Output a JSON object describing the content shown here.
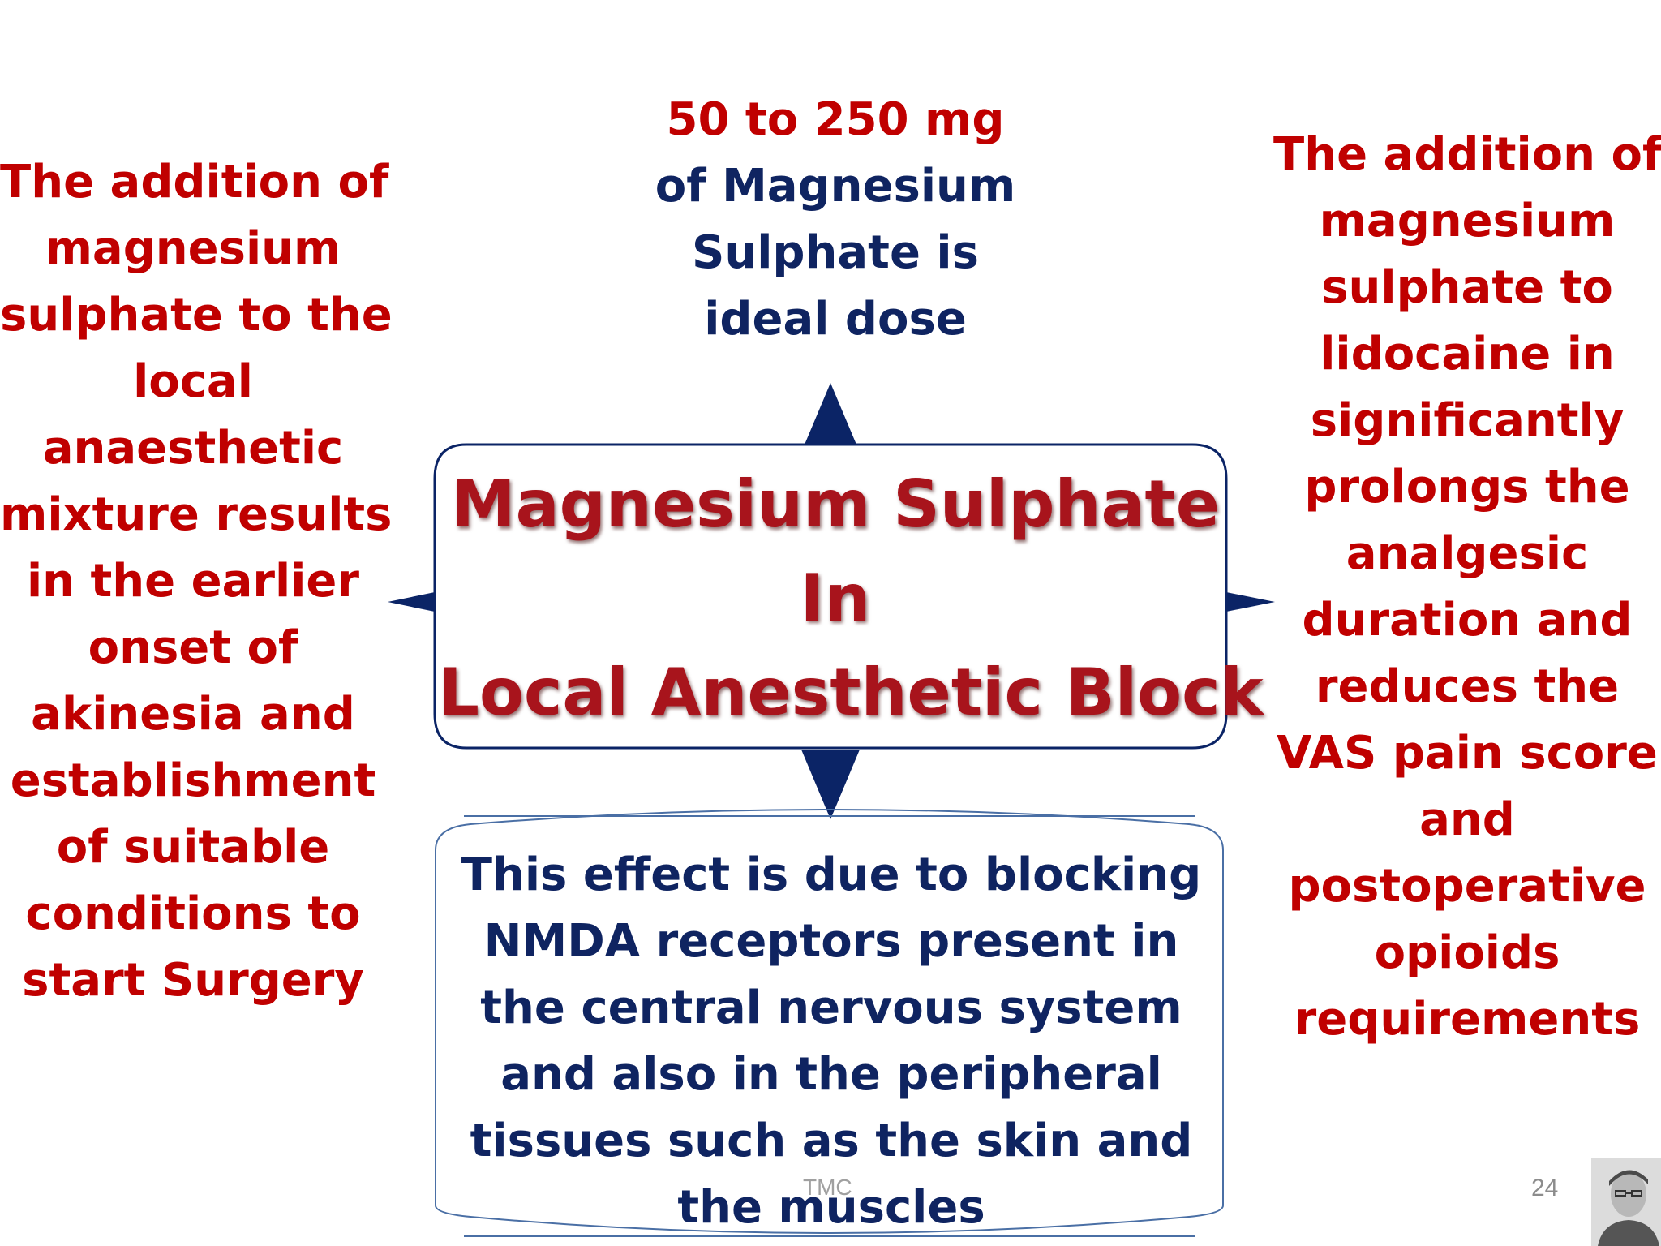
{
  "title": {
    "line1": "Magnesium Sulphate",
    "line2": "In",
    "line3": "Local Anesthetic Block"
  },
  "dose": {
    "line1": "50  to 250 mg",
    "line2": "of  Magnesium",
    "line3": "Sulphate is",
    "line4": "ideal dose"
  },
  "left_text": [
    "The addition of",
    "magnesium",
    "sulphate to the",
    "local",
    "anaesthetic",
    "mixture results",
    "in the earlier",
    "onset of",
    "akinesia and",
    "establishment",
    "of suitable",
    "conditions to",
    "start Surgery"
  ],
  "right_text": [
    "The addition of",
    "magnesium",
    "sulphate to",
    "lidocaine in",
    "significantly",
    "prolongs the",
    "analgesic",
    "duration and",
    "reduces the",
    "VAS pain score",
    "and",
    "postoperative",
    "opioids",
    "requirements"
  ],
  "bottom_text": [
    "This effect is due to blocking",
    "NMDA receptors present in",
    "the central nervous system",
    "and also in the peripheral",
    "tissues such as the skin and",
    "the muscles"
  ],
  "footer": {
    "center": "TMC",
    "page_number": "24"
  },
  "colors": {
    "red_text": "#c00000",
    "navy_text": "#0f2461",
    "title_red": "#a8141c",
    "arrow_navy": "#0b2466",
    "scroll_outline": "#4a6fa5"
  }
}
